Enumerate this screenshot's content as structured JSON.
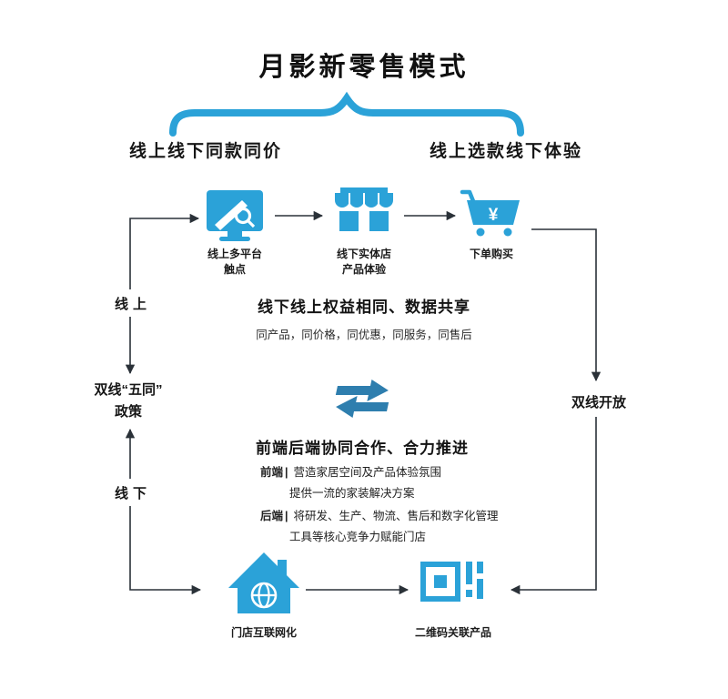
{
  "colors": {
    "accent": "#2BA2D8",
    "swap": "#2E7EAE",
    "line": "#2A3138",
    "text": "#1F1F1F"
  },
  "title": "月影新零售模式",
  "headers": {
    "left": "线上线下同款同价",
    "right": "线上选款线下体验"
  },
  "top_row": {
    "items": [
      {
        "icon": "monitor-search-icon",
        "lines": [
          "线上多平台",
          "触点"
        ]
      },
      {
        "icon": "storefront-icon",
        "lines": [
          "线下实体店",
          "产品体验"
        ]
      },
      {
        "icon": "cart-yuan-icon",
        "glyph": "¥",
        "lines": [
          "下单购买"
        ]
      }
    ]
  },
  "benefit": {
    "title": "线下线上权益相同、数据共享",
    "subtitle": "同产品，同价格，同优惠，同服务，同售后"
  },
  "left_rail": {
    "top": "线上",
    "policy_line1": "双线“五同”",
    "policy_line2": "政策",
    "bottom": "线下"
  },
  "right_rail": {
    "label": "双线开放"
  },
  "collab": {
    "icon": "swap-arrows-icon",
    "title": "前端后端协同合作、合力推进",
    "front_label": "前端",
    "front_sep": "|",
    "front_line1": "营造家居空间及产品体验氛围",
    "front_line2": "提供一流的家装解决方案",
    "back_label": "后端",
    "back_sep": "|",
    "back_line1": "将研发、生产、物流、售后和数字化管理",
    "back_line2": "工具等核心竞争力赋能门店"
  },
  "bottom_row": {
    "items": [
      {
        "icon": "house-globe-icon",
        "label": "门店互联网化"
      },
      {
        "icon": "qrcode-icon",
        "label": "二维码关联产品"
      }
    ]
  }
}
